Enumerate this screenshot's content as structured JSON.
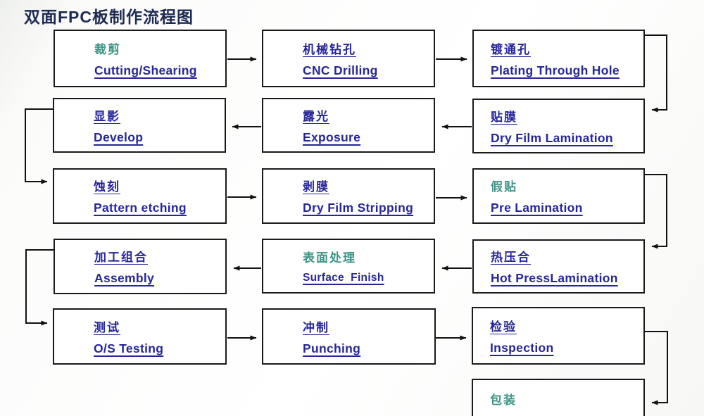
{
  "title": "双面FPC板制作流程图",
  "colors": {
    "navy_text": "#26269a",
    "teal_text": "#3d9486",
    "title_text": "#1d2b52",
    "box_border": "#1a1a1a",
    "arrow": "#111111"
  },
  "boxes": [
    {
      "id": "cutting",
      "zh": "裁剪",
      "en": "Cutting/Shearing",
      "zh_color": "teal"
    },
    {
      "id": "cnc-drilling",
      "zh": "机械钻孔",
      "en": "CNC Drilling",
      "zh_color": "navy"
    },
    {
      "id": "plating-through-hole",
      "zh": "镀通孔",
      "en": "Plating Through Hole",
      "zh_color": "navy"
    },
    {
      "id": "develop",
      "zh": "显影",
      "en": "Develop",
      "zh_color": "navy"
    },
    {
      "id": "exposure",
      "zh": "露光",
      "en": "Exposure",
      "zh_color": "navy"
    },
    {
      "id": "dry-film-lamination",
      "zh": "贴膜",
      "en": "Dry Film Lamination",
      "zh_color": "navy"
    },
    {
      "id": "pattern-etching",
      "zh": "蚀刻",
      "en": "Pattern etching",
      "zh_color": "navy"
    },
    {
      "id": "dry-film-stripping",
      "zh": "剥膜",
      "en": "Dry Film Stripping",
      "zh_color": "navy"
    },
    {
      "id": "pre-lamination",
      "zh": "假贴",
      "en": "Pre Lamination",
      "zh_color": "teal"
    },
    {
      "id": "assembly",
      "zh": "加工组合",
      "en": "Assembly",
      "zh_color": "navy"
    },
    {
      "id": "surface-finish",
      "zh": "表面处理",
      "en": "Surface  Finish",
      "zh_color": "teal"
    },
    {
      "id": "hot-press-lamination",
      "zh": "热压合",
      "en": "Hot PressLamination",
      "zh_color": "navy"
    },
    {
      "id": "os-testing",
      "zh": "测试",
      "en": "O/S Testing",
      "zh_color": "navy"
    },
    {
      "id": "punching",
      "zh": "冲制",
      "en": "Punching",
      "zh_color": "navy"
    },
    {
      "id": "inspection",
      "zh": "检验",
      "en": "Inspection",
      "zh_color": "navy"
    },
    {
      "id": "packing",
      "zh": "包装",
      "en": "",
      "zh_color": "teal"
    }
  ]
}
